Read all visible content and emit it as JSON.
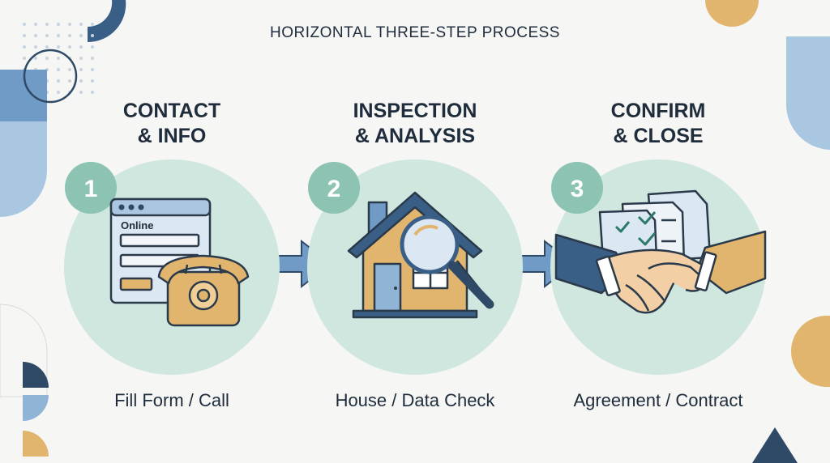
{
  "title": "HORIZONTAL THREE-STEP PROCESS",
  "steps": [
    {
      "number": "1",
      "title_line1": "CONTACT",
      "title_line2": "& INFO",
      "caption": "Fill Form / Call",
      "icon": "online-form-and-telephone-icon",
      "form_label": "Online"
    },
    {
      "number": "2",
      "title_line1": "INSPECTION",
      "title_line2": "& ANALYSIS",
      "caption": "House / Data Check",
      "icon": "house-with-magnifier-icon"
    },
    {
      "number": "3",
      "title_line1": "CONFIRM",
      "title_line2": "& CLOSE",
      "caption": "Agreement / Contract",
      "icon": "handshake-with-documents-icon"
    }
  ],
  "colors": {
    "circle": "#cfe7df",
    "badge": "#8cc3b2",
    "navy": "#2e4a66",
    "blue": "#6f9bc6",
    "light_blue": "#aac7e2",
    "tan": "#e2b56e",
    "outline": "#2b3a4a",
    "background": "#f6f6f4"
  }
}
